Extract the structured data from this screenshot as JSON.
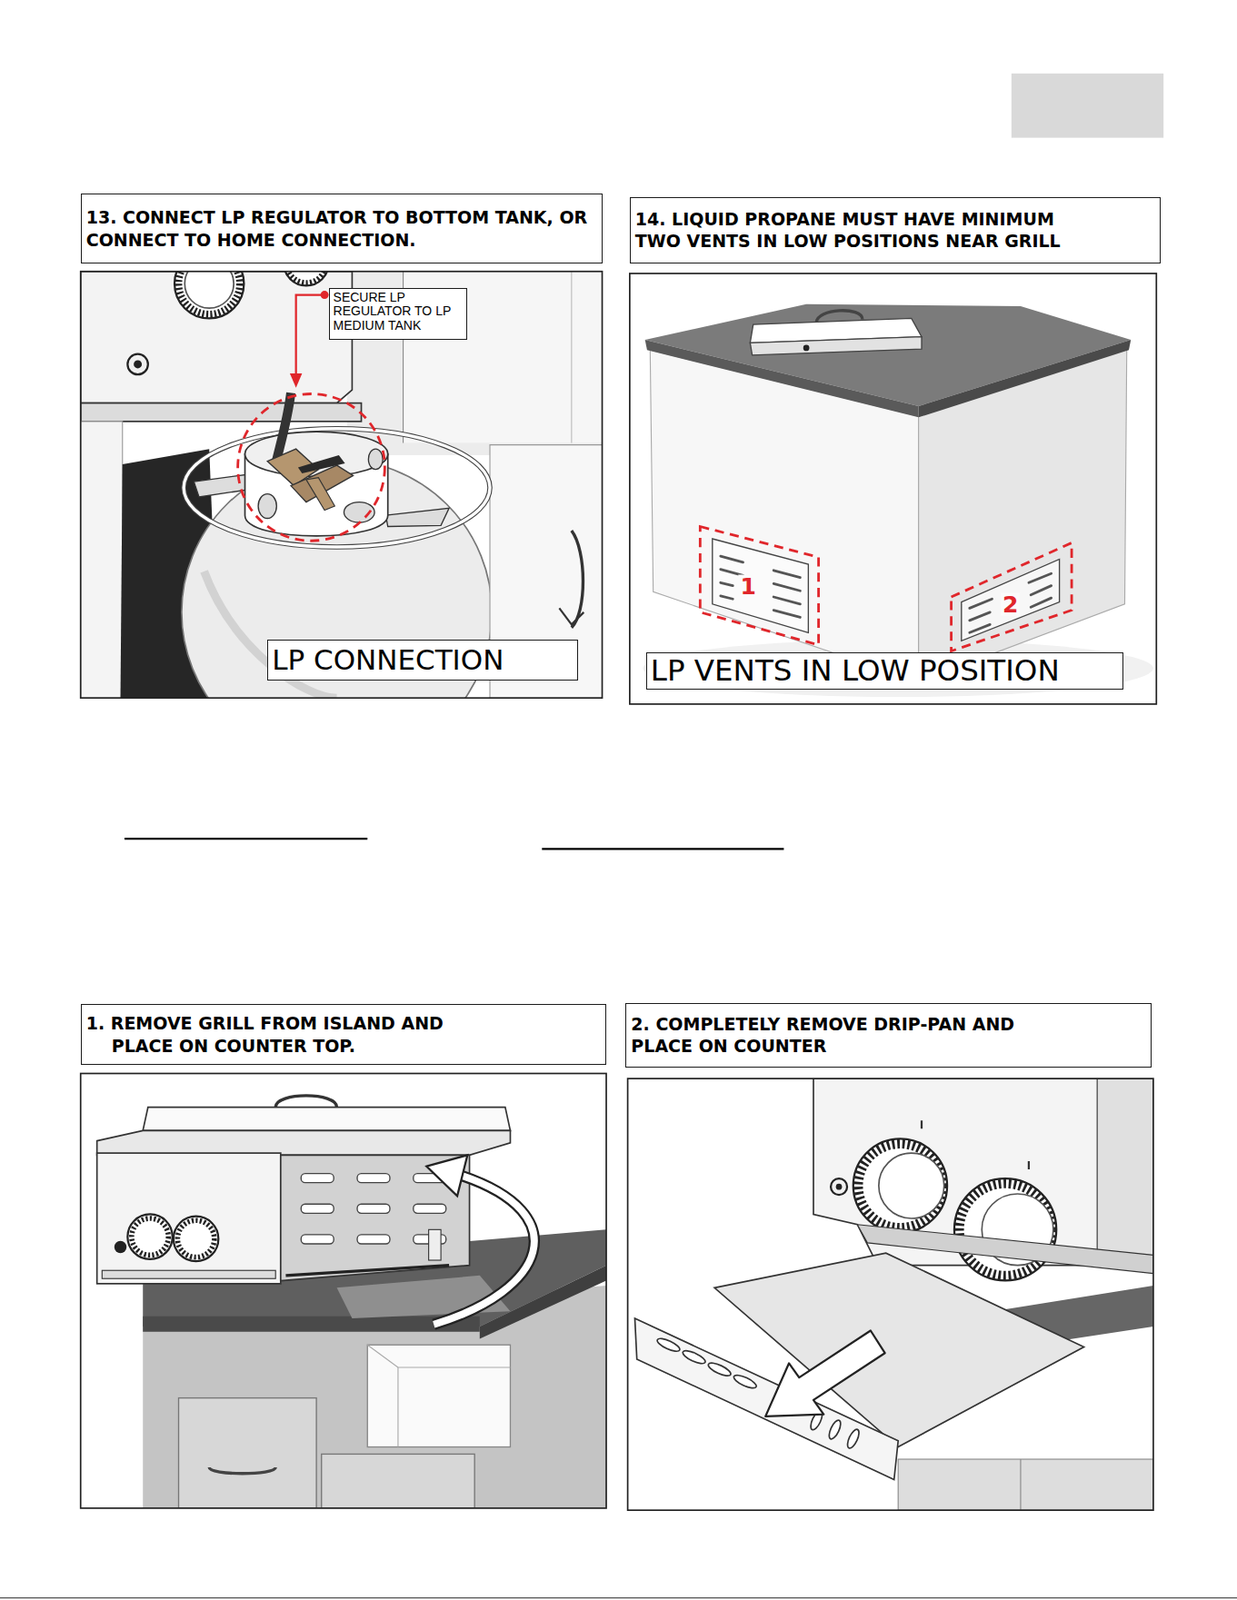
{
  "diagram": {
    "nodes": [
      {
        "text": [
          "13. CONNECT LP REGULATOR TO BOTTOM TANK, OR CONNECT TO HOME CONNECTION."
        ]
      },
      {
        "text": [
          "SECURE LP REGULATOR TO LP MEDIUM TANK"
        ]
      },
      {
        "text": [
          "LP CONNECTION"
        ]
      },
      {
        "text": [
          "14. LIQUID PROPANE MUST HAVE MINIMUM TWO VENTS IN LOW POSITIONS NEAR GRILL"
        ]
      },
      {
        "text": [
          "LP VENTS IN LOW POSITION"
        ]
      },
      {
        "text": [
          "1. REMOVE GRILL FROM ISLAND AND PLACE ON COUNTER TOP."
        ]
      },
      {
        "text": [
          "2. COMPLETELY REMOVE DRIP-PAN AND PLACE ON COUNTER"
        ]
      }
    ],
    "labels": [
      "1",
      "2"
    ]
  }
}
